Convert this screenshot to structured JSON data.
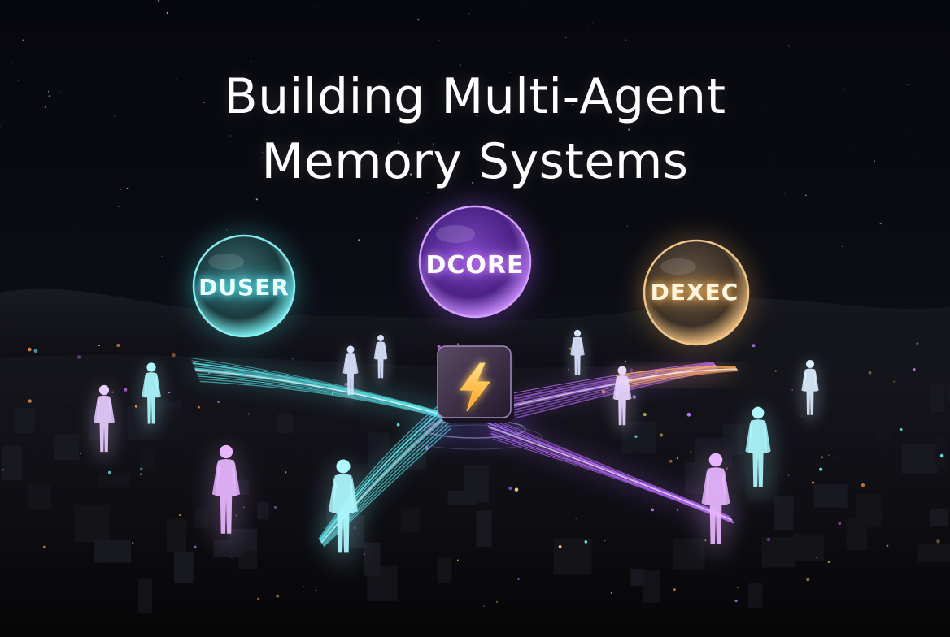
{
  "title": {
    "line1": "Building Multi-Agent",
    "line2": "Memory Systems"
  },
  "orbs": [
    {
      "label": "DUSER",
      "color": "#5ef0f6"
    },
    {
      "label": "DCORE",
      "color": "#b86bff"
    },
    {
      "label": "DEXEC",
      "color": "#f2a45a"
    }
  ],
  "hub": {
    "icon": "lightning-bolt-icon",
    "color": "#ffb02e"
  },
  "colors": {
    "background": "#07080c",
    "cyan_beam": "#5ef0f6",
    "purple_beam": "#b86bff",
    "amber_beam": "#f2a45a",
    "figure_cyan": "#aef8ff",
    "figure_purple": "#e8b6ff"
  }
}
